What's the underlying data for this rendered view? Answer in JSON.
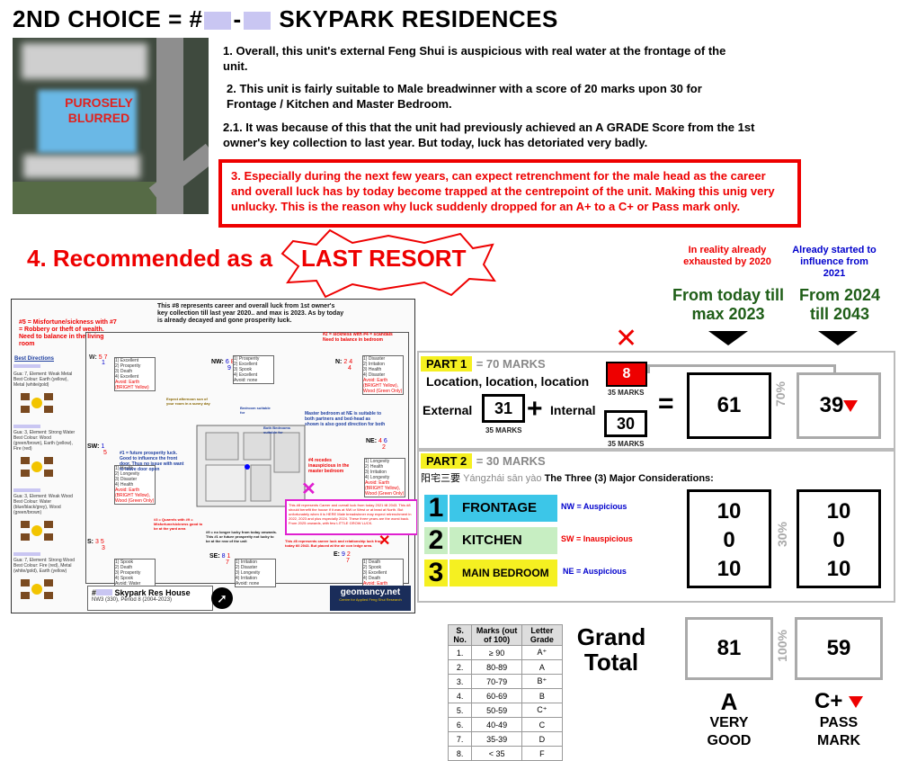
{
  "title": {
    "prefix": "2ND CHOICE = #",
    "dash": "-",
    "name": "SKYPARK RESIDENCES"
  },
  "sitemap": {
    "label": "PUROSELY BLURRED"
  },
  "points": [
    "1. Overall, this unit's external Feng Shui is auspicious with real water at the frontage of the unit.",
    "2. This unit is fairly suitable to Male breadwinner with a score of 20 marks upon 30 for Frontage / Kitchen and Master Bedroom.",
    "2.1. It was because of this that the unit had previously achieved an A GRADE Score from the 1st owner's key collection to last year. But today, luck has detoriated very badly.",
    "3. Especially during the next few years, can expect retrenchment for the male head as the career and overall luck has by today become trapped at the centrepoint of the unit. Making this unig very unlucky. This is the reason why luck suddenly dropped for an A+ to a C+ or Pass mark only."
  ],
  "recommend": {
    "text": "4. Recommended as a ",
    "burst": "LAST RESORT"
  },
  "plan": {
    "note_top": "This #8 represents career and overall luck from 1st owner's key collection till last year 2020.. and max is 2023. As by today is already decayed and gone prosperity luck.",
    "note_5_7": "#5 = Misfortune/sickness with #7 = Robbery or theft of wealth. Need to balance in the living room",
    "note_2_4": "#2 = sickness with #4 = scandals Need to balance in bedroom",
    "note_master": "Master bedroom at NE is suitable to both partners and bed-head as shown is also good direction for both",
    "note_future": "#1 = future prosperity luck. Good to influence the front door. Thus no issue with want to leave door open",
    "note_4_recess": "#4 recedes inauspicious in the master bedroom",
    "note_quarrels": "#3 = Quarrels with #9 = Misfortune/sickness good to be at the yard area",
    "note_nine": "#9 = no longer lucky from today onwards. This #1 or future prosperity not lucky to be at the rear of the unit",
    "note_pink": "This #8 represents Career and overall luck from today 2021 till 2043. This #8 should benefit the house if it was at NW or West or at least at North. But unfortunately when it is HERE Male breadwinner may expect retrenchment in 2022, 2023 and plus especially 2024. These three years are the worst back. From 2025 onwards, with few LITTLE GROW LUCK.",
    "note_pink2": "This #8 represents career luck and relationship luck from today till 2043. But placed at the air con ledge area.",
    "best_dir": "Best Directions",
    "dirs": [
      {
        "gua": "Gua: 7, Element: Weak Metal",
        "colour": "Best Colour: Earth (yellow), Metal (white/gold)"
      },
      {
        "gua": "Gua: 3, Element: Strong Water",
        "colour": "Best Colour: Wood (green/brown), Earth (yellow), Fire (red)"
      },
      {
        "gua": "Gua: 3, Element: Weak Wood",
        "colour": "Best Colour: Water (blue/black/grey), Wood (green/brown)"
      },
      {
        "gua": "Gua: 7, Element: Strong Wood",
        "colour": "Best Colour: Fire (red), Metal (white/gold), Earth (yellow)"
      }
    ],
    "sectors": [
      {
        "dir": "W:",
        "n1": "5",
        "n2": "7",
        "n3": "1",
        "lines": [
          "1) Excellent",
          "2) Prosperity",
          "3) Death",
          "4) Excellent"
        ],
        "avoid": "Avoid: Earth (BRIGHT Yellow)"
      },
      {
        "dir": "NW:",
        "n1": "6",
        "n2": "8",
        "n3": "9",
        "lines": [
          "1) Prosperity",
          "2) Excellent",
          "3) Spook",
          "4) Excellent"
        ],
        "avoid": "Avoid: none"
      },
      {
        "dir": "N:",
        "n1": "2",
        "n2": "4",
        "n3": "4",
        "lines": [
          "1) Disaster",
          "2) Irritation",
          "3) Health",
          "4) Disaster"
        ],
        "avoid": "Avoid: Earth (BRIGHT Yellow), Wood (Green Only)"
      },
      {
        "dir": "SW:",
        "n1": "1",
        "n2": "",
        "n3": "5",
        "lines": [
          "1) Health",
          "2) Longevity",
          "3) Disaster",
          "4) Health"
        ],
        "avoid": "Avoid: Earth (BRIGHT Yellow), Wood (Green Only)"
      },
      {
        "dir": "NE:",
        "n1": "4",
        "n2": "6",
        "n3": "2",
        "lines": [
          "1) Longevity",
          "2) Health",
          "3) Irritation",
          "4) Longevity"
        ],
        "avoid": "Avoid: Earth (BRIGHT Yellow), Wood (Green Only)"
      },
      {
        "dir": "S:",
        "n1": "3",
        "n2": "5",
        "n3": "3",
        "lines": [
          "1) Spook",
          "2) Death",
          "3) Prosperity",
          "4) Spook"
        ],
        "avoid": "Avoid: Water"
      },
      {
        "dir": "SE:",
        "n1": "8",
        "n2": "1",
        "n3": "7",
        "lines": [
          "1) Irritation",
          "2) Disaster",
          "3) Longevity",
          "4) Irritation"
        ],
        "avoid": "Avoid: none"
      },
      {
        "dir": "E:",
        "n1": "9",
        "n2": "2",
        "n3": "7",
        "lines": [
          "1) Death",
          "2) Spook",
          "3) Excellent",
          "4) Death"
        ],
        "avoid": "Avoid: Earth (BRIGHT Yellow)"
      }
    ],
    "house_name": "Skypark Res House",
    "house_num": "#",
    "house_sub": "NW3 (330), Period 8 (2004-2023)",
    "brand": "geomancy.net",
    "brand_sub": "Centre for Applied Feng Shui Research",
    "label_bedroom": "Bedroom suitable for",
    "label_both": "Both Bedrooms suitable for",
    "label_expect": "Expect afternoon sun of your room in a sunny day"
  },
  "timeline": {
    "reality": "In reality already exhausted by 2020",
    "started": "Already started to influence from 2021",
    "today": "From today till max 2023",
    "future": "From 2024 till 2043"
  },
  "part1": {
    "tag": "PART 1",
    "marks": "= 70 MARKS",
    "subtitle": "Location, location, location",
    "external_label": "External",
    "external": "31",
    "internal_label": "Internal",
    "internal_old": "8",
    "internal_new": "30",
    "marks_small": "35 MARKS",
    "plus": "+",
    "equals": "=",
    "score_today": "61",
    "pct": "70%",
    "score_future": "39"
  },
  "part2": {
    "tag": "PART 2",
    "marks": "= 30 MARKS",
    "chinese": "阳宅三要",
    "pinyin": "Yángzhái sān yào",
    "subtitle": "The Three (3) Major Considerations:",
    "items": [
      {
        "n": "1",
        "name": "FRONTAGE",
        "note": "NW = Auspicious",
        "bg": "#3cc6e8",
        "nc": "#0000cc"
      },
      {
        "n": "2",
        "name": "KITCHEN",
        "note": "SW = Inauspicious",
        "bg": "#c7eec2",
        "nc": "#e00"
      },
      {
        "n": "3",
        "name": "MAIN BEDROOM",
        "note": "NE = Auspicious",
        "bg": "#f5f021",
        "nc": "#0000cc"
      }
    ],
    "today_scores": [
      "10",
      "0",
      "10"
    ],
    "future_scores": [
      "10",
      "0",
      "10"
    ],
    "pct": "30%"
  },
  "grade_table": {
    "headers": [
      "S. No.",
      "Marks (out of 100)",
      "Letter Grade"
    ],
    "rows": [
      [
        "1.",
        "≥ 90",
        "A⁺"
      ],
      [
        "2.",
        "80-89",
        "A"
      ],
      [
        "3.",
        "70-79",
        "B⁺"
      ],
      [
        "4.",
        "60-69",
        "B"
      ],
      [
        "5.",
        "50-59",
        "C⁺"
      ],
      [
        "6.",
        "40-49",
        "C"
      ],
      [
        "7.",
        "35-39",
        "D"
      ],
      [
        "8.",
        "< 35",
        "F"
      ]
    ]
  },
  "grand": {
    "label1": "Grand",
    "label2": "Total",
    "pct": "100%",
    "today": "81",
    "future": "59",
    "grade_today": "A",
    "grade_today_sub1": "VERY",
    "grade_today_sub2": "GOOD",
    "grade_future": "C+",
    "grade_future_sub1": "PASS",
    "grade_future_sub2": "MARK"
  },
  "colors": {
    "accent_red": "#e00000",
    "yellow": "#f5f021",
    "green_text": "#1f5e18",
    "blue_text": "#0000cc"
  }
}
